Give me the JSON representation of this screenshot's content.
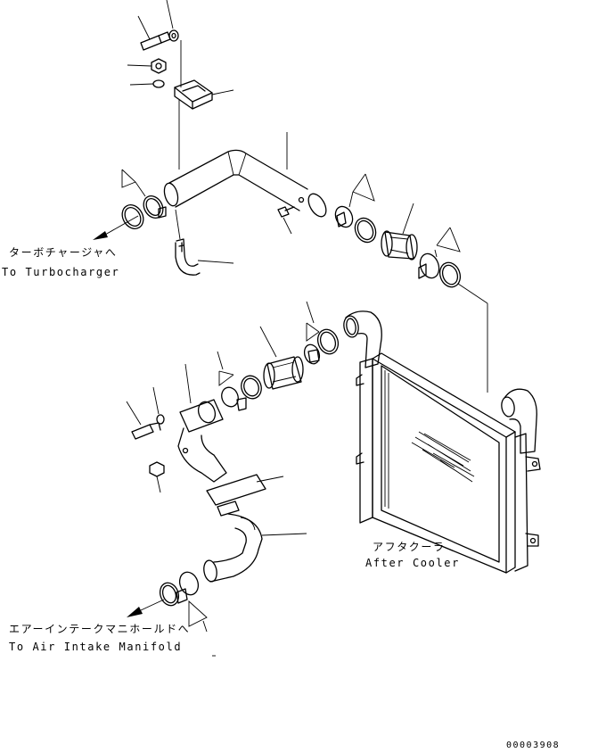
{
  "labels": {
    "turbo_jp": "ターボチャージャへ",
    "turbo_en": "To Turbocharger",
    "aftercooler_jp": "アフタクーラ",
    "aftercooler_en": "After Cooler",
    "intake_jp": "エアーインテークマニホールドへ",
    "intake_en": "To Air Intake Manifold",
    "drawing_number": "00003908"
  }
}
